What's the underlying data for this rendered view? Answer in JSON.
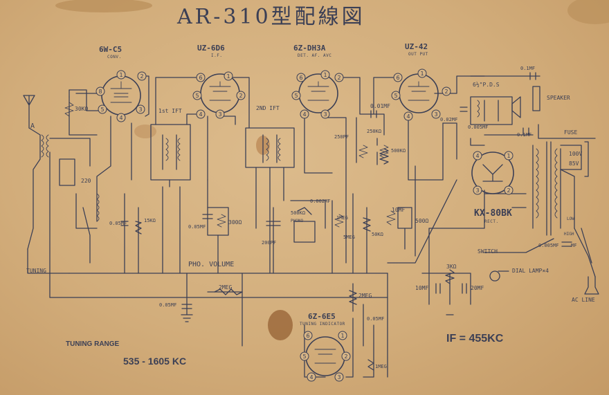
{
  "title": "AR-310型配線図",
  "tubes": [
    {
      "name": "6W-C5",
      "role": "CONV."
    },
    {
      "name": "UZ-6D6",
      "role": "I.F."
    },
    {
      "name": "6Z-DH3A",
      "role": "DET. AF. AVC"
    },
    {
      "name": "UZ-42",
      "role": "OUT PUT"
    },
    {
      "name": "KX-80BK",
      "role": "RECT."
    },
    {
      "name": "6Z-6E5",
      "role": "TUNING INDICATOR"
    }
  ],
  "pin_numbers": [
    "1",
    "2",
    "3",
    "4",
    "5",
    "6"
  ],
  "labels": {
    "antenna": "A",
    "ift1": "1st IFT",
    "ift2": "2ND IFT",
    "pds": "6½\"P.D.S",
    "speaker": "SPEAKER",
    "fuse": "FUSE",
    "v100": "100V",
    "v85": "85V",
    "switch": "SWITCH",
    "tuning": "TUNING",
    "pho_volume": "PHO. VOLUME",
    "phono": "PHONO",
    "dial_lamp": "DIAL LAMP×4",
    "ac_line": "AC LINE",
    "low": "LOW",
    "high": "HIGH",
    "mf": "MF"
  },
  "components": {
    "r30k": "30KΩ",
    "c220": "220",
    "r15k": "15KΩ",
    "c05_1": "0.05MF",
    "c05_2": "0.05MF",
    "r300": "300Ω",
    "c01": "0.01MF",
    "c250": "250PF",
    "r250k": "250KΩ",
    "r500k_a": "500KΩ",
    "c002": "0.002MF",
    "r500k_b": "500KΩ",
    "c200": "200PF",
    "r1m": "1MEG",
    "r5m": "5MEG",
    "r50k": "50KΩ",
    "c10": "10MF",
    "r500": "500Ω",
    "c002b": "0.02MF",
    "c0005": "0.005MF",
    "c01b": "0.1MF",
    "c01c": "0.1MF",
    "r3k": "3KΩ",
    "c10b": "10MF",
    "c20": "20MF",
    "c0005b": "0.005MF",
    "r2m_a": "2MEG",
    "r2m_b": "2MEG",
    "c005": "0.05MF",
    "c005b": "0.05MF",
    "r1m_b": "1MEG"
  },
  "tuning_range_label": "TUNING RANGE",
  "tuning_range": "535 - 1605 KC",
  "if_freq": "IF = 455KC",
  "colors": {
    "paper": "#d2ad7b",
    "ink": "#3b3f55",
    "stain": "#9c6a3c"
  }
}
